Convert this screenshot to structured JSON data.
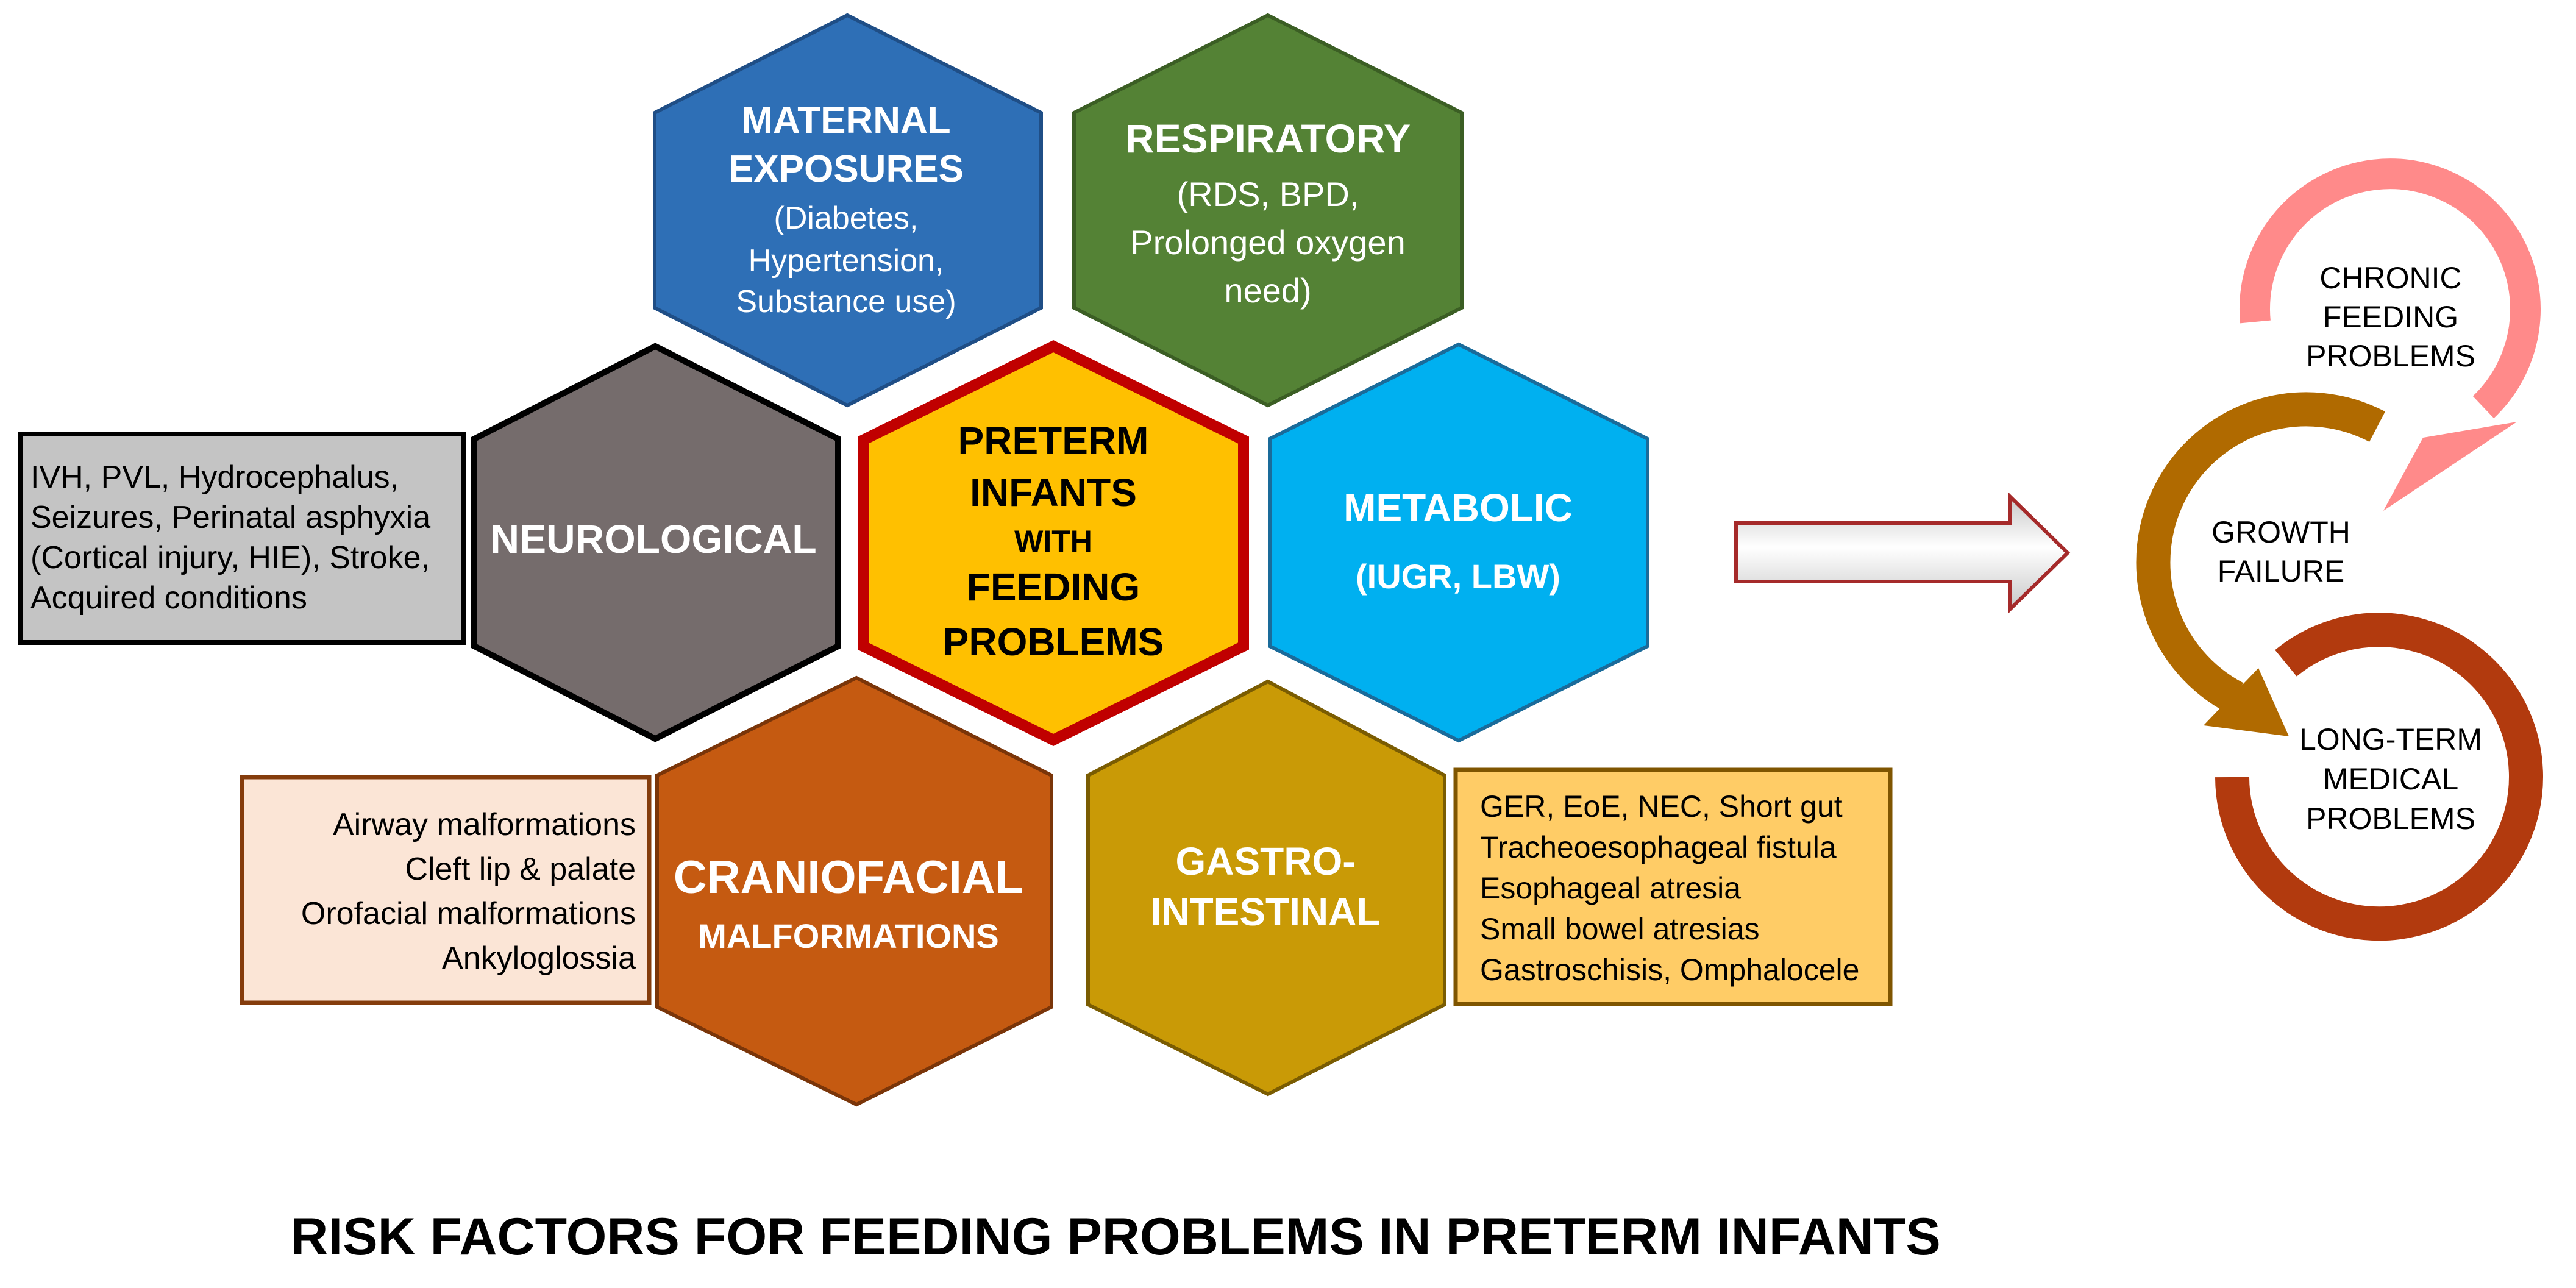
{
  "colors": {
    "maternal": "#2e6fb6",
    "respiratory": "#548235",
    "neurological": "#756c6c",
    "center": "#ffc000",
    "center_border": "#c00000",
    "metabolic": "#00b0f0",
    "craniofacial": "#c55a11",
    "gastro": "#c99a06",
    "neuro_box": "#c4c4c4",
    "cranio_box": "#fbe5d6",
    "gi_box": "#ffcc66",
    "cycle_chronic": "#ff8a8a",
    "cycle_growth": "#b06a00",
    "cycle_longterm": "#b23a0e"
  },
  "hexes": {
    "maternal": {
      "title1": "MATERNAL",
      "title2": "EXPOSURES",
      "sub1": "(Diabetes,",
      "sub2": "Hypertension,",
      "sub3": "Substance use)"
    },
    "respiratory": {
      "title": "RESPIRATORY",
      "sub1": "(RDS, BPD,",
      "sub2": "Prolonged oxygen",
      "sub3": "need)"
    },
    "neurological": {
      "title": "NEUROLOGICAL"
    },
    "center": {
      "line1": "PRETERM",
      "line2": "INFANTS",
      "line3": "WITH",
      "line4": "FEEDING",
      "line5": "PROBLEMS"
    },
    "metabolic": {
      "title": "METABOLIC",
      "sub": "(IUGR, LBW)"
    },
    "craniofacial": {
      "title": "CRANIOFACIAL",
      "sub": "MALFORMATIONS"
    },
    "gastro": {
      "title1": "GASTRO-",
      "title2": "INTESTINAL"
    }
  },
  "boxes": {
    "neuro": [
      "IVH, PVL, Hydrocephalus,",
      "Seizures, Perinatal asphyxia",
      "(Cortical injury, HIE), Stroke,",
      "Acquired conditions"
    ],
    "cranio": [
      "Airway malformations",
      "Cleft lip & palate",
      "Orofacial malformations",
      "Ankyloglossia"
    ],
    "gi": [
      "GER, EoE, NEC, Short gut",
      "Tracheoesophageal fistula",
      "Esophageal atresia",
      "Small bowel atresias",
      "Gastroschisis, Omphalocele"
    ]
  },
  "cycle": {
    "chronic": [
      "CHRONIC",
      "FEEDING",
      "PROBLEMS"
    ],
    "growth": [
      "GROWTH",
      "FAILURE"
    ],
    "longterm": [
      "LONG-TERM",
      "MEDICAL",
      "PROBLEMS"
    ]
  },
  "footer": {
    "title": "RISK FACTORS FOR FEEDING PROBLEMS IN PRETERM INFANTS"
  }
}
